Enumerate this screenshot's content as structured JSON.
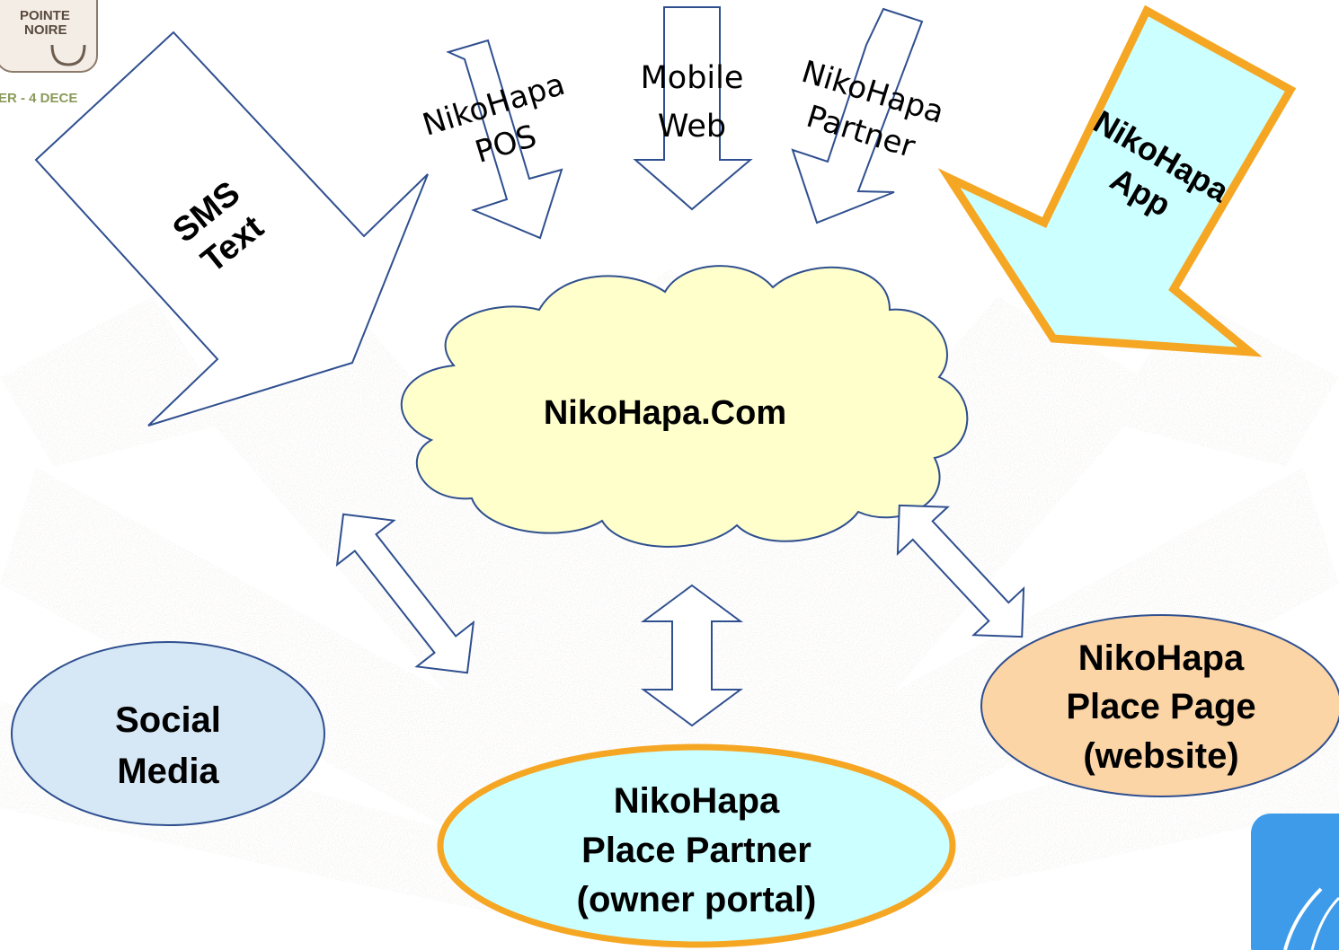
{
  "logo": {
    "line1": "POINTE",
    "line2": "NOIRE",
    "tagline": "ER - 4 DECE"
  },
  "arrows": {
    "sms": {
      "line1": "SMS",
      "line2": "Text"
    },
    "pos": {
      "line1": "NikoHapa",
      "line2": "POS"
    },
    "mobile": {
      "line1": "Mobile",
      "line2": "Web"
    },
    "partner": {
      "line1": "NikoHapa",
      "line2": "Partner"
    },
    "app": {
      "line1": "NikoHapa",
      "line2": "App"
    }
  },
  "hub": {
    "label": "NikoHapa.Com"
  },
  "nodes": {
    "social": {
      "line1": "Social",
      "line2": "Media"
    },
    "place_partner": {
      "line1": "NikoHapa",
      "line2": "Place Partner",
      "line3": "(owner portal)"
    },
    "place_page": {
      "line1": "NikoHapa",
      "line2": "Place Page",
      "line3": "(website)"
    }
  },
  "colors": {
    "outline": "#2f4f8f",
    "cloud_fill": "#ffffcc",
    "app_fill": "#ccffff",
    "app_border": "#f5a623",
    "social_fill": "#d6e8f5",
    "place_page_fill": "#fcd5a6",
    "place_partner_fill": "#ccffff",
    "place_partner_border": "#f5a623"
  }
}
